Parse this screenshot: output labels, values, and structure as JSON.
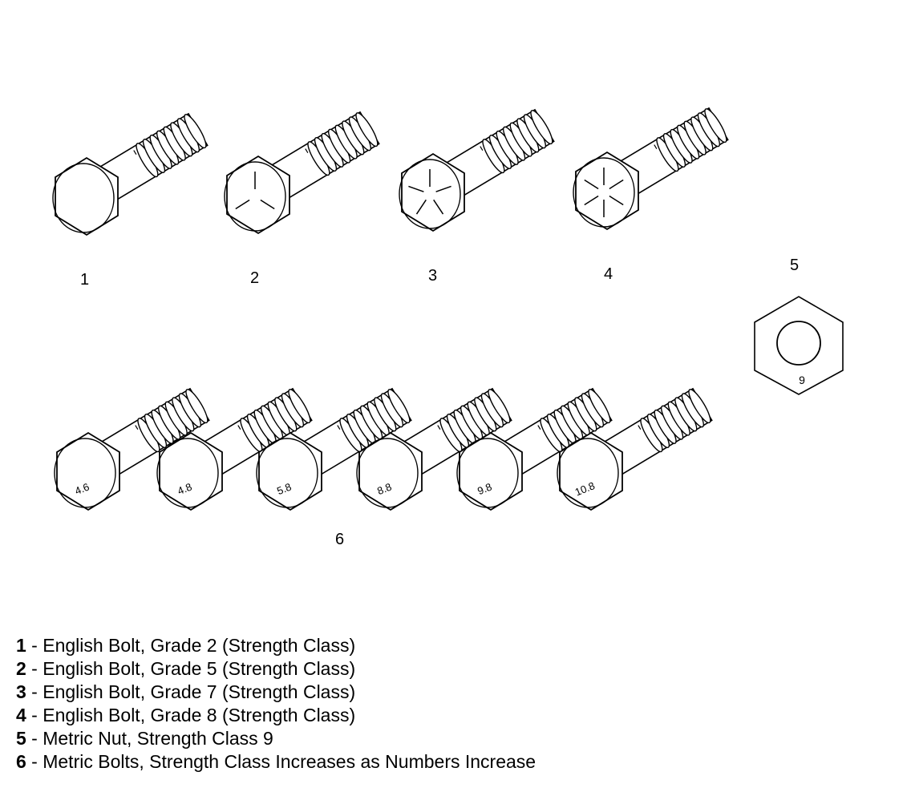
{
  "callouts": [
    "1",
    "2",
    "3",
    "4",
    "5",
    "6"
  ],
  "bolts_english": [
    {
      "id": "1",
      "head_marks": 0
    },
    {
      "id": "2",
      "head_marks": 3
    },
    {
      "id": "3",
      "head_marks": 5
    },
    {
      "id": "4",
      "head_marks": 6
    }
  ],
  "nut": {
    "id": "5",
    "marking": "9"
  },
  "bolts_metric": [
    {
      "marking": "4.6"
    },
    {
      "marking": "4.8"
    },
    {
      "marking": "5.8"
    },
    {
      "marking": "8.8"
    },
    {
      "marking": "9.8"
    },
    {
      "marking": "10.8"
    }
  ],
  "legend": [
    {
      "num": "1",
      "text": " - English Bolt, Grade 2 (Strength Class)"
    },
    {
      "num": "2",
      "text": " - English Bolt, Grade 5 (Strength Class)"
    },
    {
      "num": "3",
      "text": " - English Bolt, Grade 7 (Strength Class)"
    },
    {
      "num": "4",
      "text": " - English Bolt, Grade 8 (Strength Class)"
    },
    {
      "num": "5",
      "text": " - Metric Nut, Strength Class 9"
    },
    {
      "num": "6",
      "text": " - Metric Bolts, Strength Class Increases as Numbers Increase"
    }
  ],
  "colors": {
    "line": "#000000",
    "fill": "#ffffff"
  }
}
